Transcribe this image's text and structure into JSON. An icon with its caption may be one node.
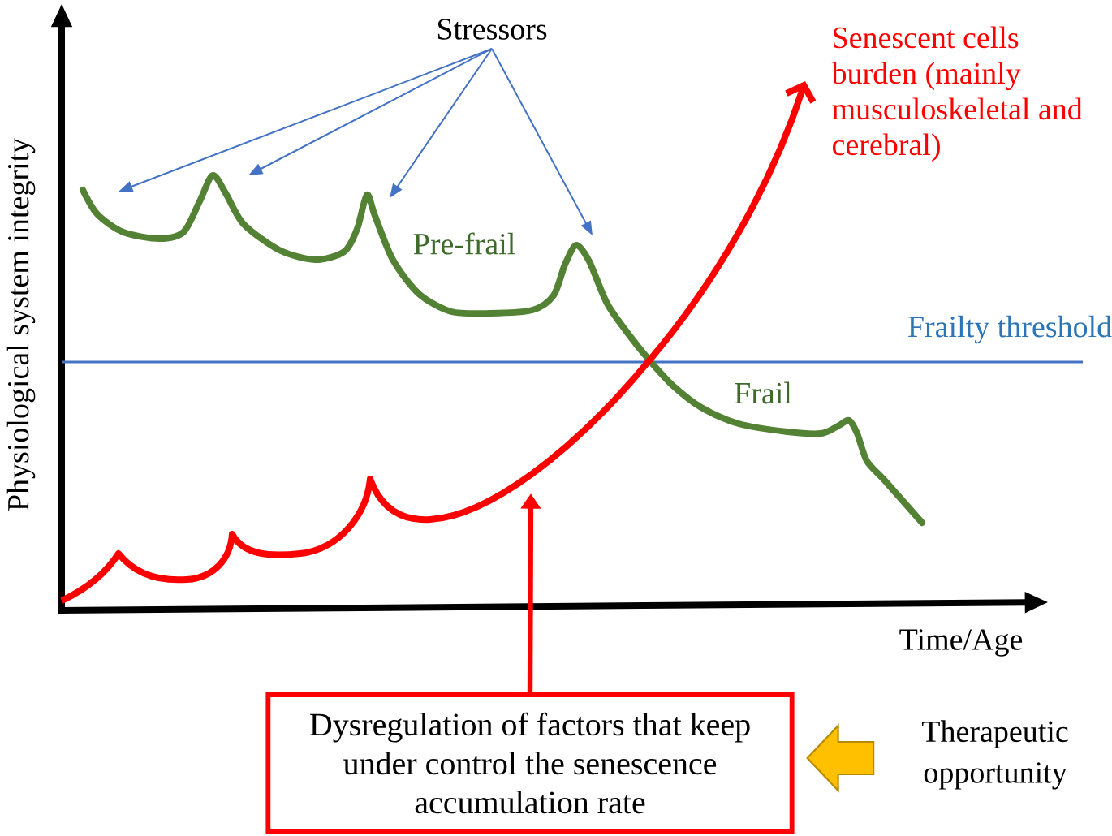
{
  "diagram": {
    "nodes": [
      {
        "text": [
          "Stressors"
        ]
      },
      {
        "text": [
          "Dysregulation of factors that keep under control the senescence accumulation rate"
        ]
      },
      {
        "text": [
          "Therapeutic opportunity"
        ]
      }
    ],
    "edges": [
      {
        "from": 0,
        "to": null,
        "arrow": "to"
      },
      {
        "from": 0,
        "to": null,
        "arrow": "to"
      },
      {
        "from": 0,
        "to": null,
        "arrow": "to"
      },
      {
        "from": 0,
        "to": null,
        "arrow": "to"
      },
      {
        "from": 1,
        "to": null,
        "arrow": "to",
        "style": "thick",
        "color": "#ff0000"
      },
      {
        "from": 2,
        "to": 1,
        "arrow": "to",
        "style": "thick",
        "color": "#ffc000"
      }
    ],
    "labels": [
      "Senescent cells burden (mainly musculoskeletal and cerebral)",
      "Physiological system integrity",
      "Pre-frail",
      "Frailty threshold",
      "Frail",
      "Time/Age"
    ]
  }
}
